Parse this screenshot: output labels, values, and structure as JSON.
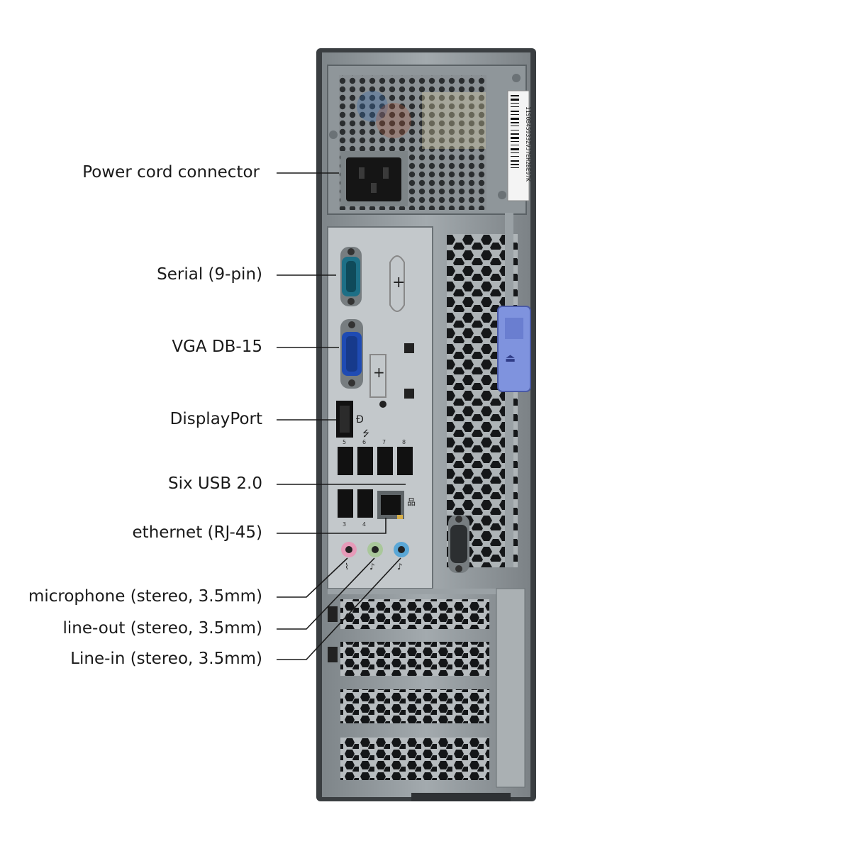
{
  "colors": {
    "chassis": "#9ba3a7",
    "chassis_dark": "#5b6266",
    "chassis_edge": "#3a3e41",
    "io_plate": "#c3c8cb",
    "serial_port": "#1d6f86",
    "vga_port": "#1f4bb3",
    "latch": "#7f93de",
    "mic_jack": "#e59ab8",
    "lineout_jack": "#a9c79a",
    "linein_jack": "#5aa7d6",
    "leader_line": "#1a1a1a"
  },
  "icons": [
    "usb-icon",
    "displayport-icon",
    "network-icon",
    "microphone-icon",
    "headphone-icon",
    "line-in-icon",
    "lock-icon"
  ],
  "callouts": [
    {
      "id": "power",
      "text": "Power cord connector"
    },
    {
      "id": "serial",
      "text": "Serial (9-pin)"
    },
    {
      "id": "vga",
      "text": "VGA DB-15"
    },
    {
      "id": "displayport",
      "text": "DisplayPort"
    },
    {
      "id": "usb",
      "text": "Six USB 2.0"
    },
    {
      "id": "ethernet",
      "text": "ethernet (RJ-45)"
    },
    {
      "id": "microphone",
      "text": "microphone (stereo, 3.5mm)"
    },
    {
      "id": "lineout",
      "text": "line-out (stereo, 3.5mm)"
    },
    {
      "id": "linein",
      "text": "Line-in (stereo, 3.5mm)"
    }
  ],
  "psu_sticker_text": "11S0B45933ZVJ7EH2BE97K",
  "usb_port_numbers": [
    "5",
    "6",
    "7",
    "8",
    "3",
    "4"
  ]
}
